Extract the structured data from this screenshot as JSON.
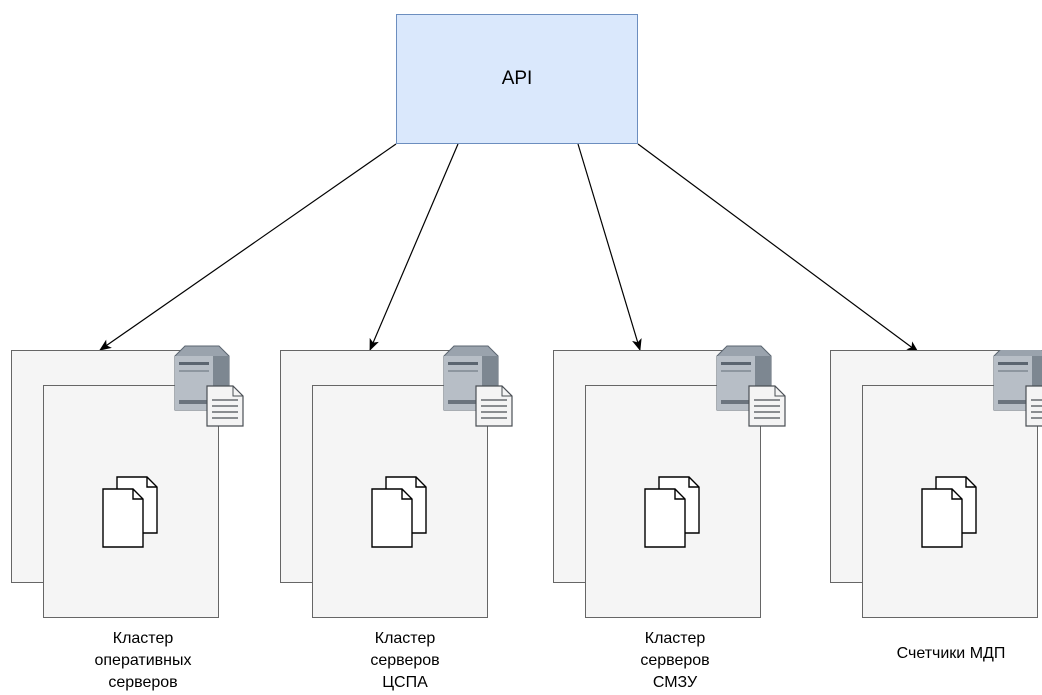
{
  "api": {
    "label": "API"
  },
  "clusters": [
    {
      "label": "Кластер\nоперативных\nсерверов"
    },
    {
      "label": "Кластер\nсерверов\nЦСПА"
    },
    {
      "label": "Кластер\nсерверов\nСМЗУ"
    },
    {
      "label": "Счетчики МДП"
    }
  ],
  "colors": {
    "api_fill": "#dae8fc",
    "api_border": "#6c8ebf",
    "sheet_fill": "#f5f5f5"
  },
  "icons": [
    "server-icon",
    "document-icon"
  ]
}
